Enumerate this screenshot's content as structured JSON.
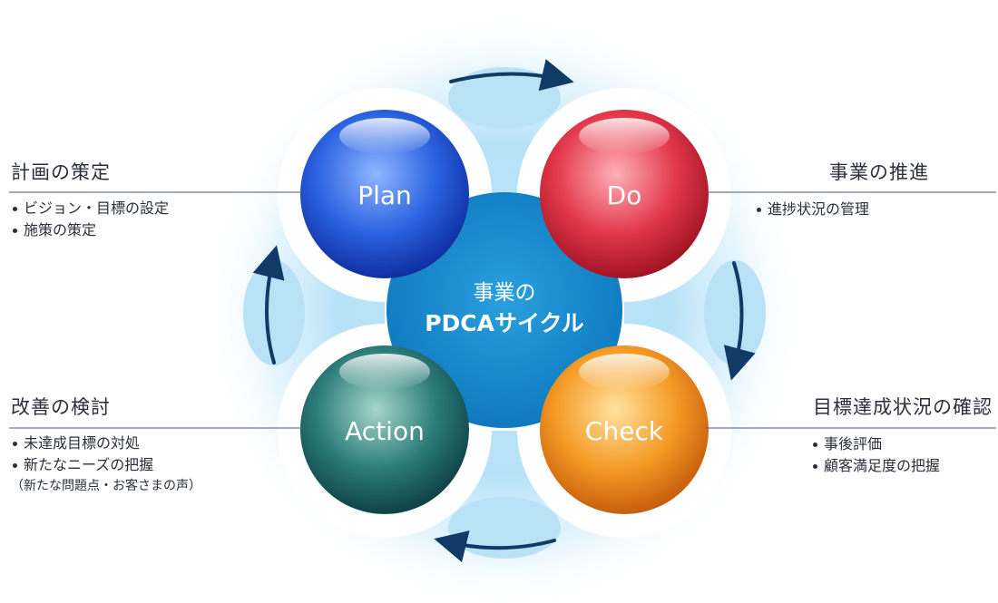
{
  "center": {
    "line1": "事業の",
    "line2": "PDCAサイクル"
  },
  "circles": {
    "plan": {
      "label": "Plan",
      "colors": [
        "#8fb6ff",
        "#2a62e0",
        "#0c2a9a"
      ]
    },
    "do": {
      "label": "Do",
      "colors": [
        "#ffb0b8",
        "#e2384a",
        "#9a1020"
      ]
    },
    "check": {
      "label": "Check",
      "colors": [
        "#ffe2a0",
        "#f59a25",
        "#c2580a"
      ]
    },
    "action": {
      "label": "Action",
      "colors": [
        "#a6d6cc",
        "#2b7c78",
        "#0b3c44"
      ]
    }
  },
  "blocks": {
    "plan": {
      "title": "計画の策定",
      "items": [
        "ビジョン・目標の設定",
        "施策の策定"
      ]
    },
    "do": {
      "title": "事業の推進",
      "items": [
        "進捗状況の管理"
      ]
    },
    "check": {
      "title": "目標達成状況の確認",
      "items": [
        "事後評価",
        "顧客満足度の把握"
      ]
    },
    "action": {
      "title": "改善の検討",
      "items": [
        "未達成目標の対処",
        "新たなニーズの把握"
      ],
      "note": "（新たな問題点・お客さまの声）"
    }
  },
  "colors": {
    "center": "#1d8fd0",
    "arrow": "#123a66",
    "halo": "#8ed0f2",
    "rule": "#4a5a78"
  }
}
